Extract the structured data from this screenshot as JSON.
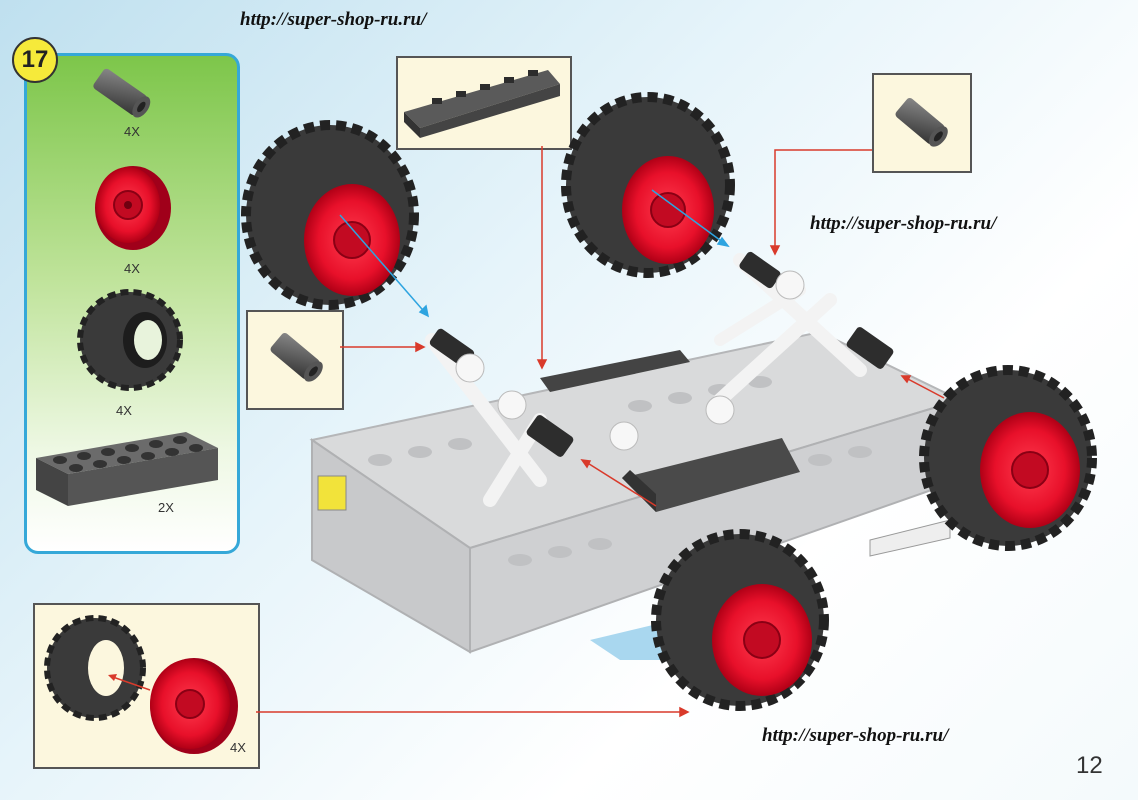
{
  "watermarks": {
    "top": "http://super-shop-ru.ru/",
    "right": "http://super-shop-ru.ru/",
    "bottom": "http://super-shop-ru.ru/"
  },
  "step": {
    "number": "17"
  },
  "parts": [
    {
      "icon": "axle-connector-icon",
      "qty": "4X"
    },
    {
      "icon": "red-wheel-rim-icon",
      "qty": "4X"
    },
    {
      "icon": "tire-icon",
      "qty": "4X"
    },
    {
      "icon": "brick-2x6-icon",
      "qty": "2X"
    }
  ],
  "subassembly": {
    "qty": "4X"
  },
  "page_number": "12",
  "colors": {
    "panel_border": "#35a8d8",
    "panel_green": "#7dc64a",
    "callout_bg": "#fcf7de",
    "rim_red": "#e8102a",
    "tire_dark": "#3a3a3a",
    "arrow_red": "#d93a2b",
    "arrow_blue": "#2ea4e0",
    "chassis_gray": "#d9dadb"
  }
}
